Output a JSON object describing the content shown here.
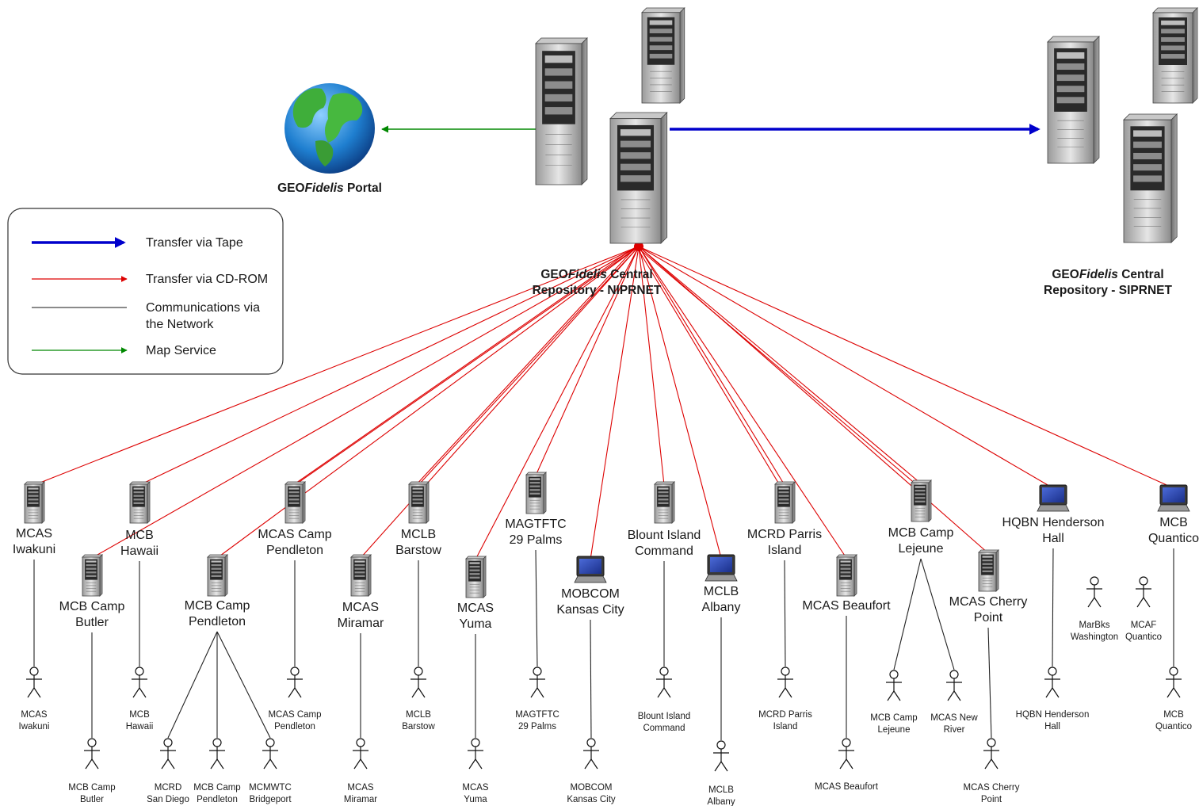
{
  "title": "",
  "portal": {
    "label_prefix": "GEO",
    "label_italic": "Fidelis",
    "label_suffix": " Portal"
  },
  "central_niprnet": {
    "line1_prefix": "GEO",
    "line1_italic": "Fidelis",
    "line1_suffix": " Central",
    "line2": "Repository - NIPRNET"
  },
  "central_siprnet": {
    "line1_prefix": "GEO",
    "line1_italic": "Fidelis",
    "line1_suffix": " Central",
    "line2": "Repository - SIPRNET"
  },
  "legend": {
    "items": [
      {
        "label": [
          "Transfer via Tape"
        ],
        "color": "#0000cc",
        "style": "thick-arrow"
      },
      {
        "label": [
          "Transfer via CD-ROM"
        ],
        "color": "#dd0000",
        "style": "arrow"
      },
      {
        "label": [
          "Communications via",
          "the Network"
        ],
        "color": "#444444",
        "style": "line"
      },
      {
        "label": [
          "Map Service"
        ],
        "color": "#008800",
        "style": "arrow"
      }
    ]
  },
  "sites": [
    {
      "name": [
        "MCAS",
        "Iwakuni"
      ],
      "icon": "server"
    },
    {
      "name": [
        "MCB",
        "Hawaii"
      ],
      "icon": "server"
    },
    {
      "name": [
        "MCB Camp",
        "Butler"
      ],
      "icon": "server"
    },
    {
      "name": [
        "MCAS Camp",
        "Pendleton"
      ],
      "icon": "server"
    },
    {
      "name": [
        "MCB Camp",
        "Pendleton"
      ],
      "icon": "server"
    },
    {
      "name": [
        "MCAS",
        "Miramar"
      ],
      "icon": "server"
    },
    {
      "name": [
        "MCLB",
        "Barstow"
      ],
      "icon": "server"
    },
    {
      "name": [
        "MCAS",
        "Yuma"
      ],
      "icon": "server"
    },
    {
      "name": [
        "MAGTFTC",
        "29 Palms"
      ],
      "icon": "server"
    },
    {
      "name": [
        "MOBCOM",
        "Kansas City"
      ],
      "icon": "laptop"
    },
    {
      "name": [
        "Blount Island",
        "Command"
      ],
      "icon": "server"
    },
    {
      "name": [
        "MCLB",
        "Albany"
      ],
      "icon": "laptop"
    },
    {
      "name": [
        "MCRD Parris",
        "Island"
      ],
      "icon": "server"
    },
    {
      "name": [
        "MCAS Beaufort"
      ],
      "icon": "server"
    },
    {
      "name": [
        "MCB Camp",
        "Lejeune"
      ],
      "icon": "server"
    },
    {
      "name": [
        "MCAS Cherry",
        "Point"
      ],
      "icon": "server"
    },
    {
      "name": [
        "HQBN Henderson",
        "Hall"
      ],
      "icon": "laptop"
    },
    {
      "name": [
        "MCB",
        "Quantico"
      ],
      "icon": "laptop"
    }
  ],
  "users": [
    {
      "name": [
        "MCAS",
        "Iwakuni"
      ]
    },
    {
      "name": [
        "MCB",
        "Hawaii"
      ]
    },
    {
      "name": [
        "MCB Camp",
        "Butler"
      ]
    },
    {
      "name": [
        "MCAS Camp",
        "Pendleton"
      ]
    },
    {
      "name": [
        "MCRD",
        "San Diego"
      ]
    },
    {
      "name": [
        "MCB Camp",
        "Pendleton"
      ]
    },
    {
      "name": [
        "MCMWTC",
        "Bridgeport"
      ]
    },
    {
      "name": [
        "MCAS",
        "Miramar"
      ]
    },
    {
      "name": [
        "MCLB",
        "Barstow"
      ]
    },
    {
      "name": [
        "MCAS",
        "Yuma"
      ]
    },
    {
      "name": [
        "MAGTFTC",
        "29 Palms"
      ]
    },
    {
      "name": [
        "MOBCOM",
        "Kansas City"
      ]
    },
    {
      "name": [
        "Blount Island",
        "Command"
      ]
    },
    {
      "name": [
        "MCLB",
        "Albany"
      ]
    },
    {
      "name": [
        "MCRD Parris",
        "Island"
      ]
    },
    {
      "name": [
        "MCAS Beaufort"
      ]
    },
    {
      "name": [
        "MCB Camp",
        "Lejeune"
      ]
    },
    {
      "name": [
        "MCAS New",
        "River"
      ]
    },
    {
      "name": [
        "MCAS Cherry",
        "Point"
      ]
    },
    {
      "name": [
        "HQBN Henderson",
        "Hall"
      ]
    },
    {
      "name": [
        "MarBks",
        "Washington"
      ]
    },
    {
      "name": [
        "MCAF",
        "Quantico"
      ]
    },
    {
      "name": [
        "MCB",
        "Quantico"
      ]
    }
  ],
  "colors": {
    "tape": "#0000cc",
    "cdrom": "#dd0000",
    "network": "#222222",
    "map": "#008800"
  }
}
